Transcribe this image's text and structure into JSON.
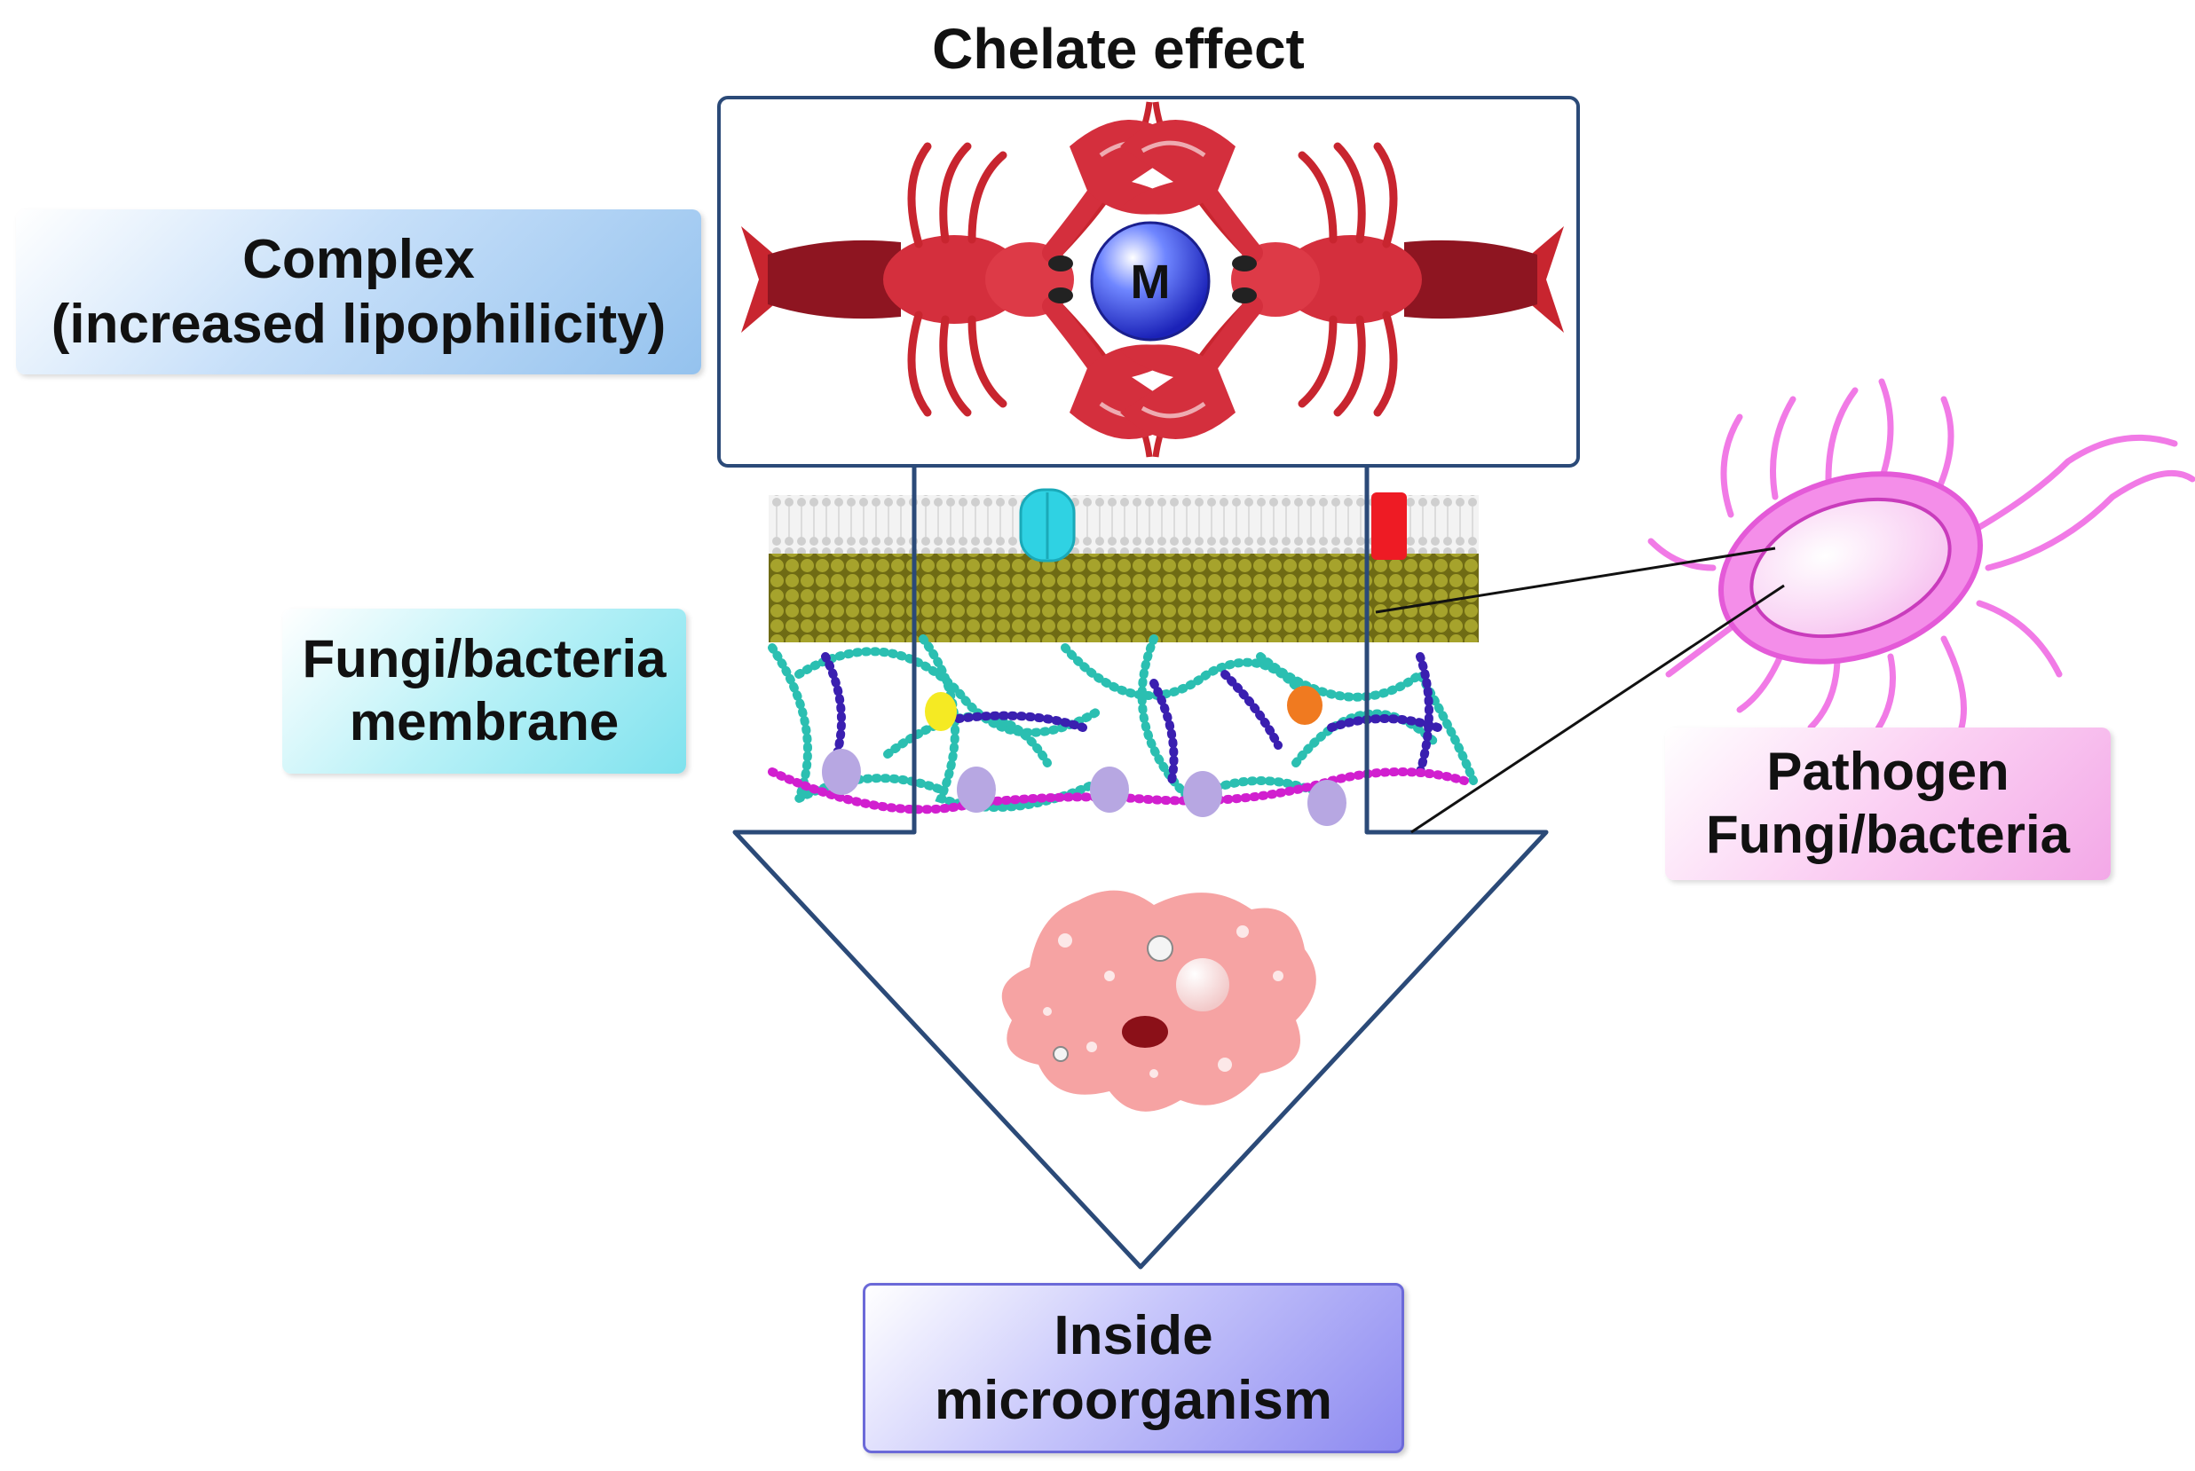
{
  "title": "Chelate effect",
  "labels": {
    "complex": [
      "Complex",
      "(increased lipophilicity)"
    ],
    "membrane": [
      "Fungi/bacteria",
      "membrane"
    ],
    "pathogen": [
      "Pathogen",
      "Fungi/bacteria"
    ],
    "inside": [
      "Inside",
      "microorganism"
    ]
  },
  "metal_symbol": "M",
  "colors": {
    "frame": "#2b4a78",
    "lobster": "#d42f3d",
    "metal": "#2236d6",
    "membrane_bilayer": "#e6e6e6",
    "peptidoglycan": "#8c8a1e",
    "chain_teal": "#2bbfb1",
    "chain_purple": "#3a1fb0",
    "chain_magenta": "#d11fcf",
    "pathogen": "#f17ae6",
    "amoeba": "#f6a3a3"
  },
  "icons": [
    "lobster-icon",
    "metal-ion-icon",
    "membrane-illustration",
    "bacterium-icon",
    "amoeba-icon"
  ]
}
